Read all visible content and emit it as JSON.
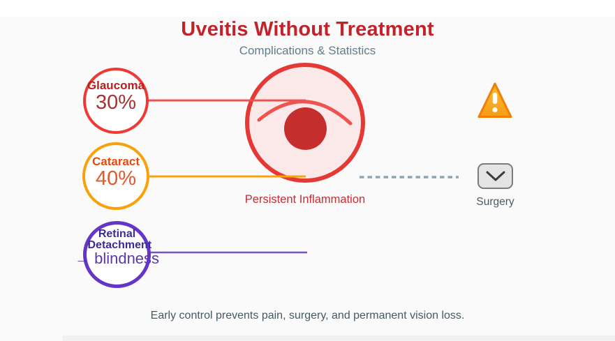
{
  "header": {
    "title": "Uveitis Without Treatment",
    "subtitle": "Complications & Statistics"
  },
  "complications": [
    {
      "name": "Glaucoma",
      "value": "30%",
      "circle_color": "#ee3a33",
      "connector_color": "#ef5350"
    },
    {
      "name": "Cataract",
      "value": "40%",
      "circle_color": "#f9a10a",
      "connector_color": "#f9a20a"
    },
    {
      "name": "Retinal Detachment",
      "value": "→ blindness",
      "circle_color": "#6436c8",
      "connector_color": "#7a52c0"
    }
  ],
  "eye": {
    "label": "Persistent Inflammation",
    "outline_color": "#e53935",
    "fill_color": "#fbe9e9",
    "pupil_color": "#c62e2e"
  },
  "surgery": {
    "label": "Surgery",
    "icon": "chevron-down-icon",
    "connector_color": "#8fa3b0"
  },
  "warning": {
    "icon": "warning-triangle-icon",
    "color": "#f9a825"
  },
  "footer": {
    "message": "Early control prevents pain, surgery, and permanent vision loss."
  }
}
